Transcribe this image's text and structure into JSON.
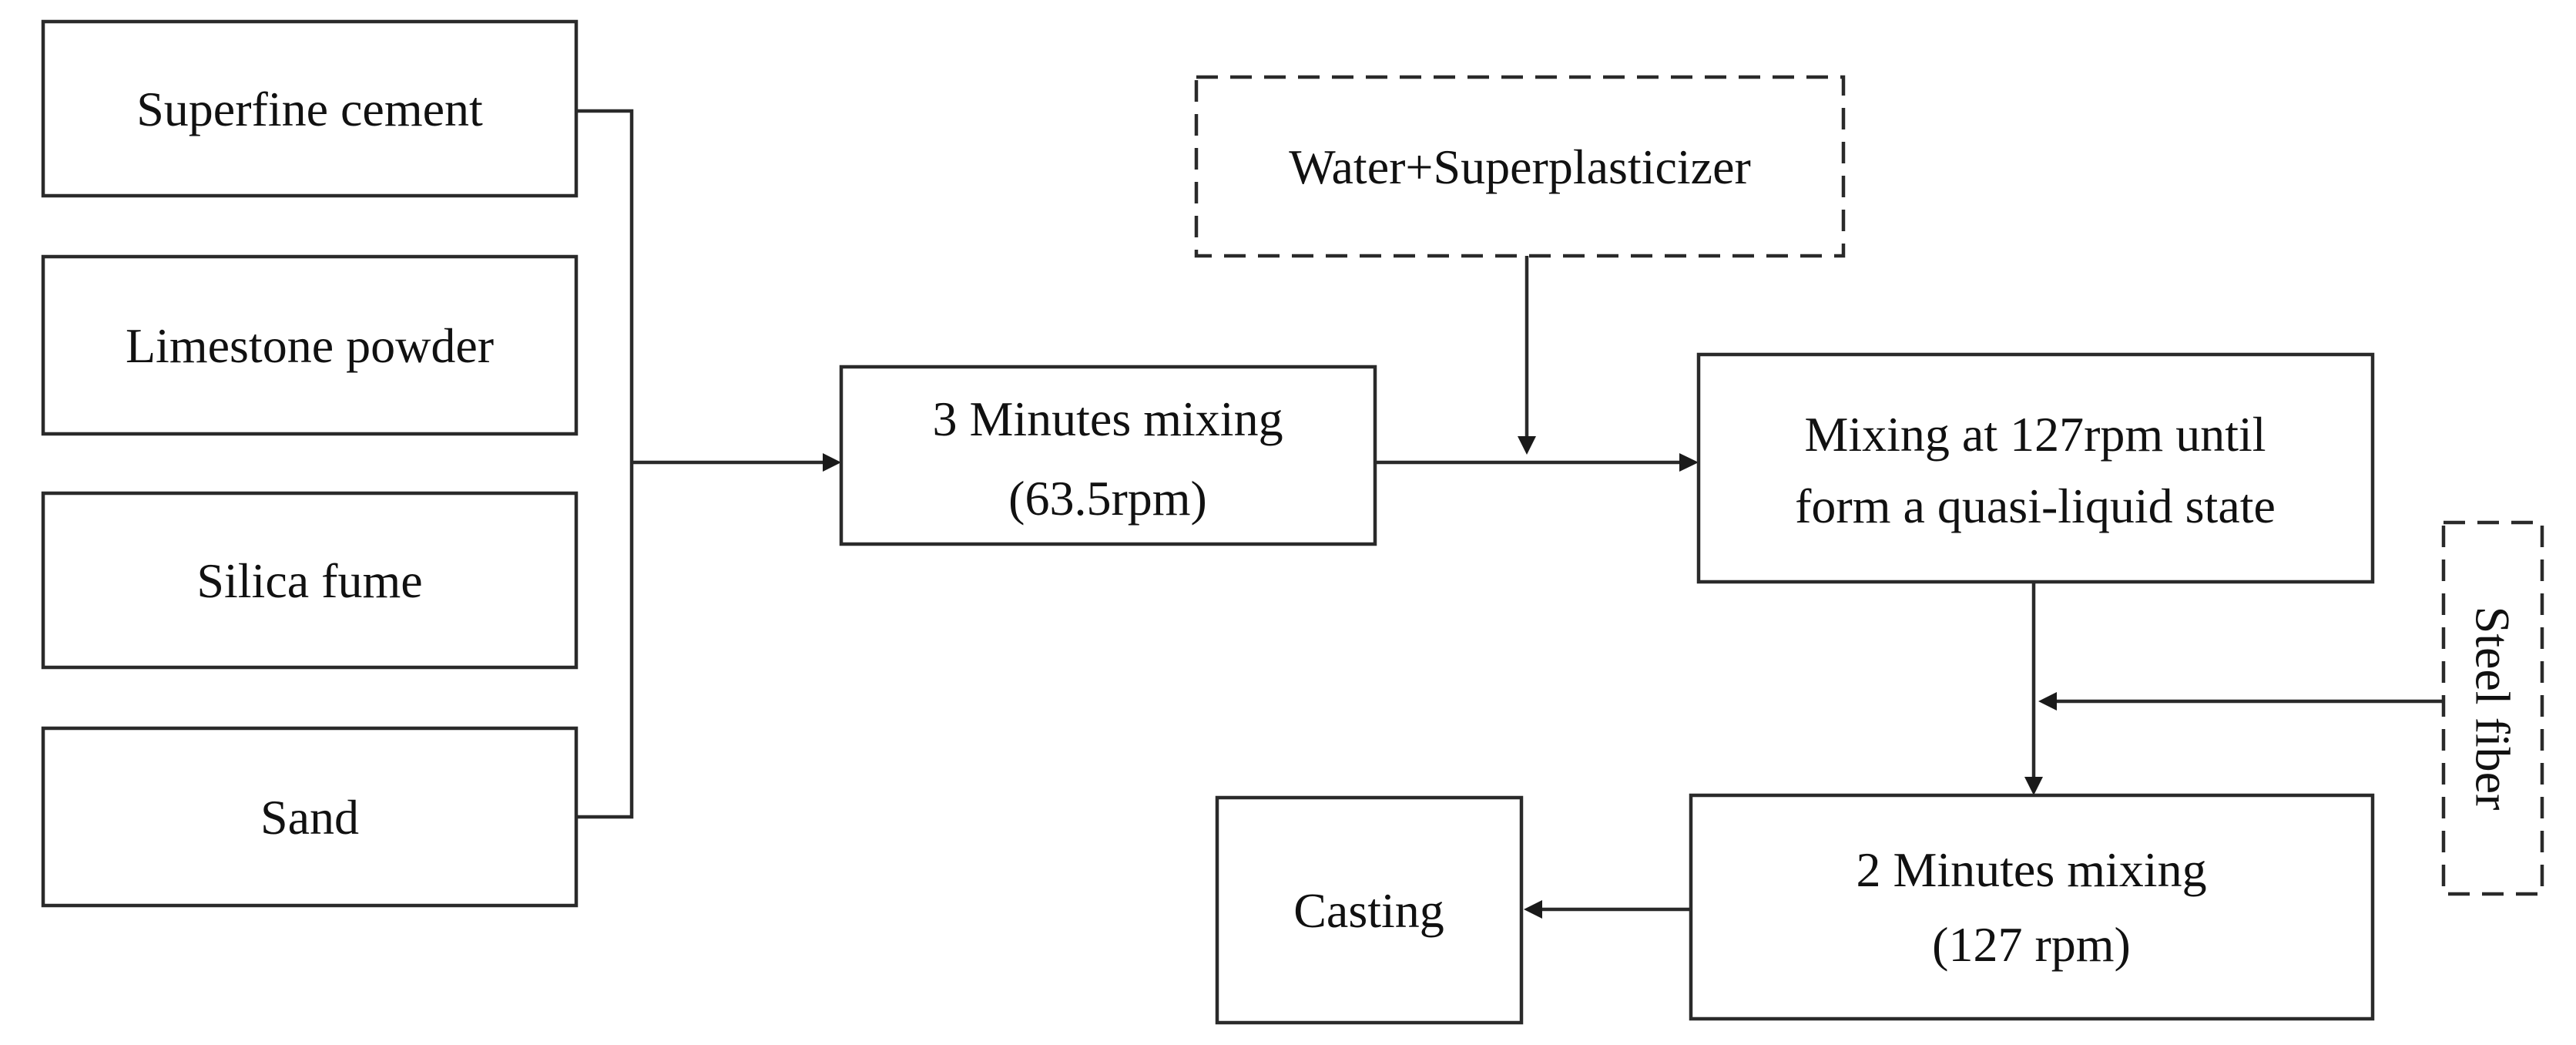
{
  "nodes": {
    "superfine_cement": {
      "lines": [
        "Superfine cement"
      ]
    },
    "limestone_powder": {
      "lines": [
        "Limestone powder"
      ]
    },
    "silica_fume": {
      "lines": [
        "Silica fume"
      ]
    },
    "sand": {
      "lines": [
        "Sand"
      ]
    },
    "mixing_3min": {
      "lines": [
        "3 Minutes mixing",
        "(63.5rpm)"
      ]
    },
    "water_superplasticizer": {
      "lines": [
        "Water+Superplasticizer"
      ]
    },
    "mixing_127rpm": {
      "lines": [
        "Mixing at 127rpm until",
        "form a quasi-liquid state"
      ]
    },
    "steel_fiber": {
      "lines": [
        "Steel fiber"
      ]
    },
    "mixing_2min": {
      "lines": [
        "2 Minutes mixing",
        "(127 rpm)"
      ]
    },
    "casting": {
      "lines": [
        "Casting"
      ]
    }
  },
  "edges": [
    {
      "from": [
        "superfine_cement",
        "limestone_powder",
        "silica_fume",
        "sand"
      ],
      "to": "mixing_3min"
    },
    {
      "from": "mixing_3min",
      "to": "mixing_127rpm"
    },
    {
      "from": "water_superplasticizer",
      "to": "mixing_127rpm"
    },
    {
      "from": "mixing_127rpm",
      "to": "mixing_2min"
    },
    {
      "from": "steel_fiber",
      "to": "mixing_2min"
    },
    {
      "from": "mixing_2min",
      "to": "casting"
    }
  ]
}
